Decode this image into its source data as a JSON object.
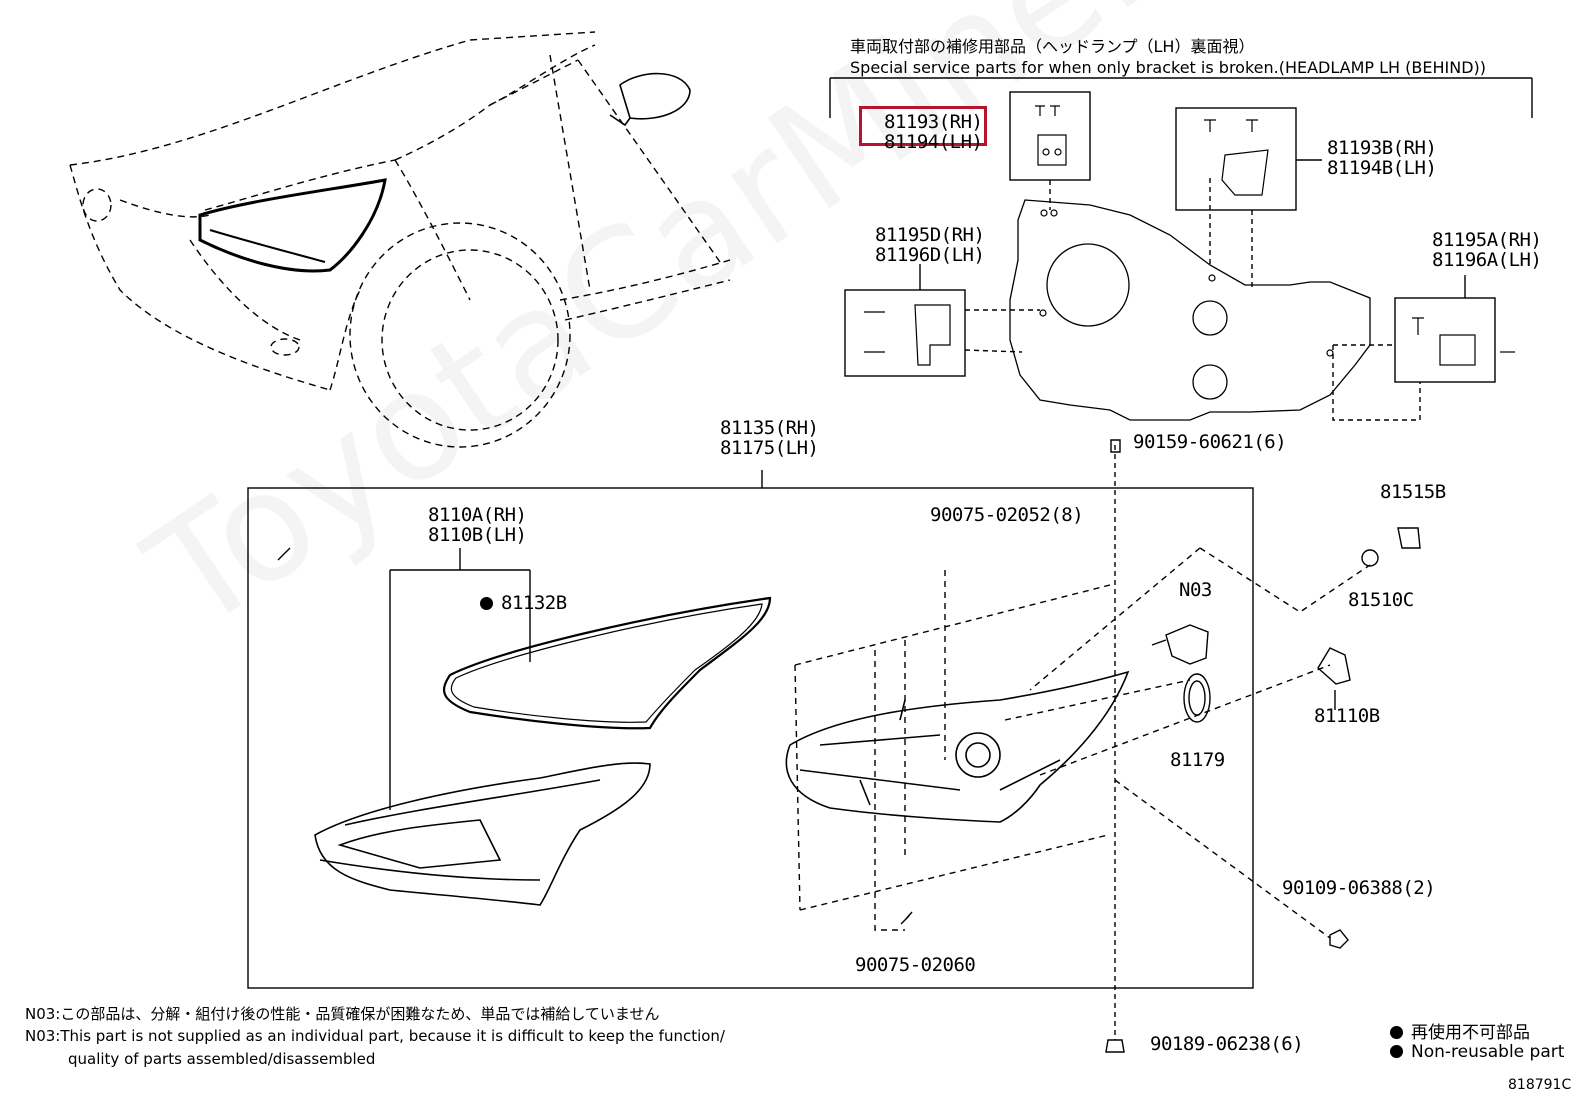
{
  "header": {
    "jp": "車両取付部の補修用部品（ヘッドランプ（LH）裏面視）",
    "en": "Special service parts for when only bracket is broken.(HEADLAMP LH (BEHIND))"
  },
  "labels": {
    "p81193": "81193(RH)",
    "p81194": "81194(LH)",
    "p81193b": "81193B(RH)",
    "p81194b": "81194B(LH)",
    "p81195d": "81195D(RH)",
    "p81196d": "81196D(LH)",
    "p81195a": "81195A(RH)",
    "p81196a": "81196A(LH)",
    "p81135": "81135(RH)",
    "p81175": "81175(LH)",
    "p8110a": "8110A(RH)",
    "p8110b": "8110B(LH)",
    "p81132b": "81132B",
    "p90159": "90159-60621(6)",
    "p90075a": "90075-02052(8)",
    "p90075b": "90075-02060",
    "p90109": "90109-06388(2)",
    "p90189": "90189-06238(6)",
    "p81515b": "81515B",
    "p81510c": "81510C",
    "n03": "N03",
    "p81110b": "81110B",
    "p81179": "81179"
  },
  "notes": {
    "jp": "N03:この部品は、分解・組付け後の性能・品質確保が困難なため、単品では補給していません",
    "en1": "N03:This part is not supplied as an individual part, because it is difficult to keep the function/",
    "en2": "quality of parts assembled/disassembled"
  },
  "legend": {
    "jp": "再使用不可部品",
    "en": "Non-reusable part"
  },
  "diagram_id": "818791C",
  "watermark": "ToyotaCarMine.ru",
  "colors": {
    "highlight": "#b4152d",
    "line": "#000000"
  },
  "icons": [
    "bullet-dot-icon"
  ]
}
